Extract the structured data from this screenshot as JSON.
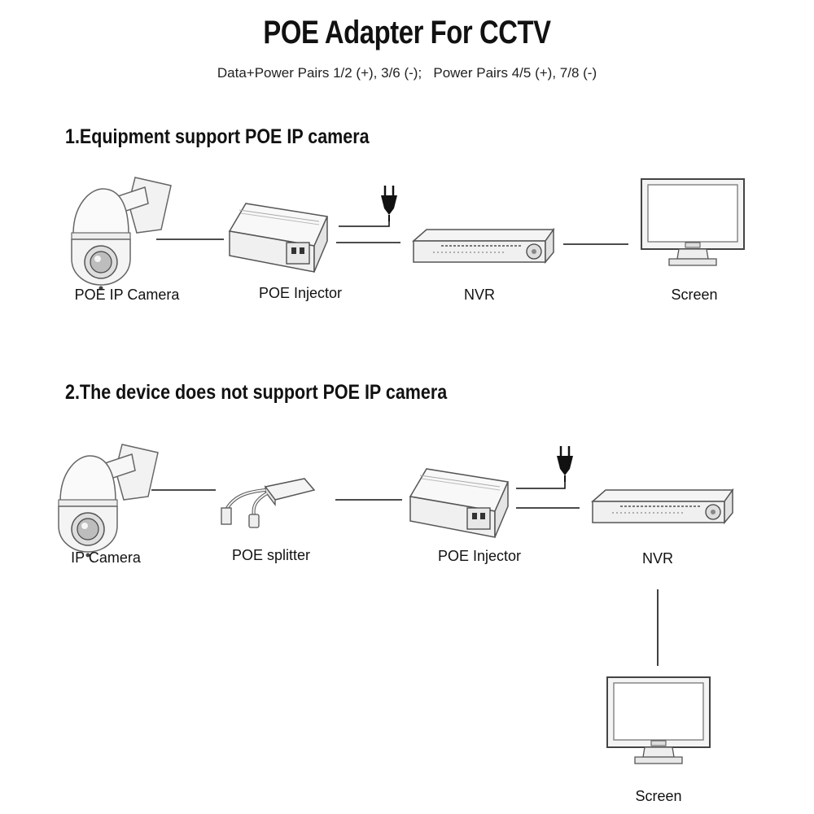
{
  "header": {
    "title": "POE Adapter For CCTV",
    "subtitle": "Data+Power Pairs 1/2 (+), 3/6 (-);   Power Pairs 4/5 (+), 7/8 (-)"
  },
  "section1": {
    "heading": "1.Equipment support POE IP camera",
    "devices": [
      {
        "label": "POE IP Camera",
        "icon": "ptz-camera-icon"
      },
      {
        "label": "POE Injector",
        "icon": "poe-injector-icon"
      },
      {
        "label": "NVR",
        "icon": "nvr-icon"
      },
      {
        "label": "Screen",
        "icon": "monitor-icon"
      }
    ],
    "power_icon": "power-plug-icon"
  },
  "section2": {
    "heading": "2.The device does not support POE IP camera",
    "devices": [
      {
        "label": "IP Camera",
        "icon": "ptz-camera-icon"
      },
      {
        "label": "POE splitter",
        "icon": "poe-splitter-icon"
      },
      {
        "label": "POE Injector",
        "icon": "poe-injector-icon"
      },
      {
        "label": "NVR",
        "icon": "nvr-icon"
      },
      {
        "label": "Screen",
        "icon": "monitor-icon"
      }
    ],
    "power_icon": "power-plug-icon"
  }
}
